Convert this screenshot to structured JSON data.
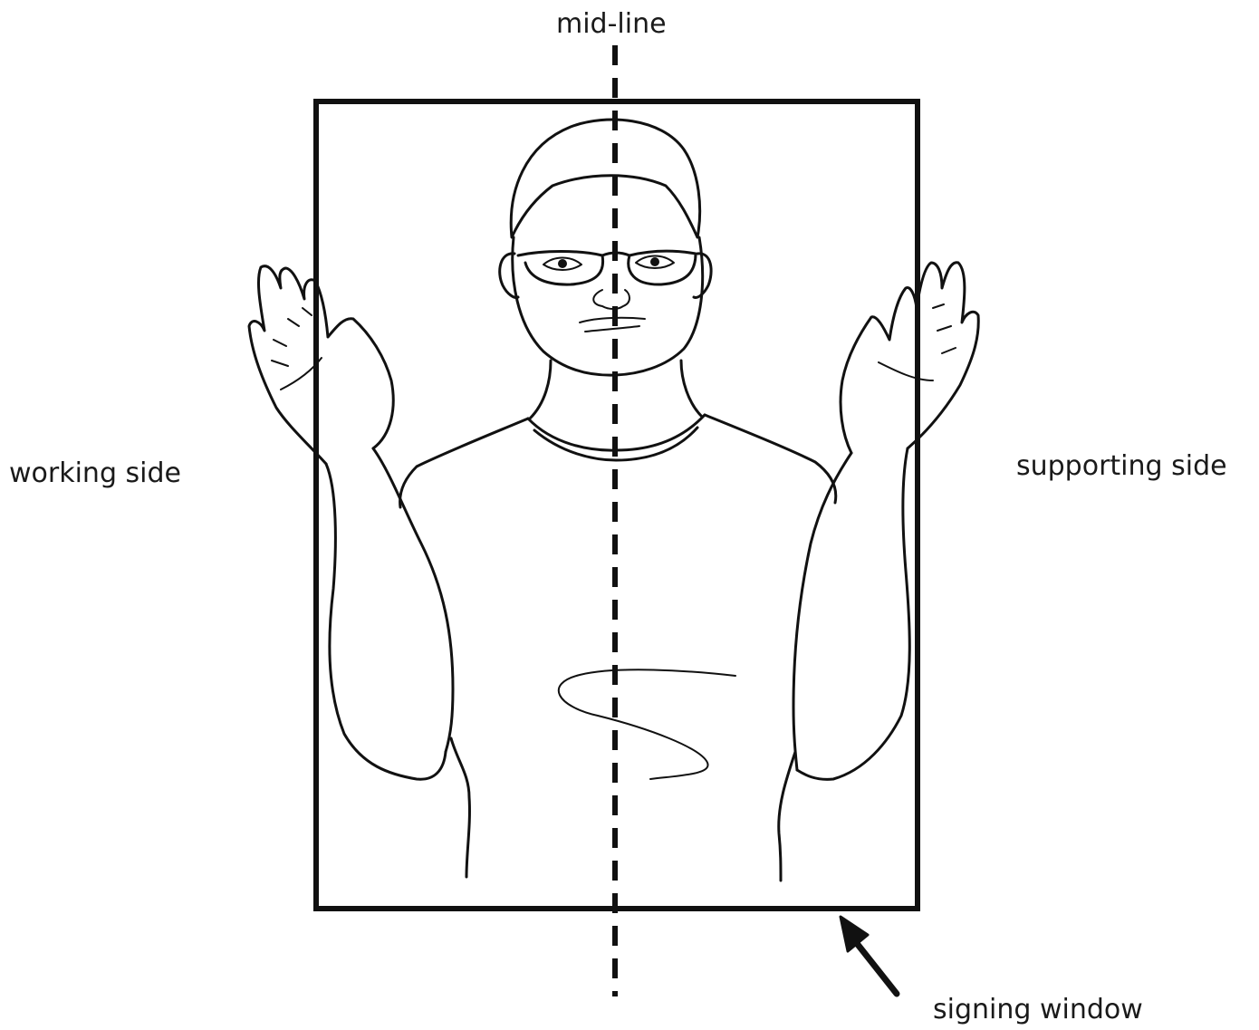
{
  "labels": {
    "mid_line": "mid-line",
    "working_side": "working side",
    "supporting_side": "supporting side",
    "signing_window": "signing window"
  },
  "colors": {
    "ink": "#111111",
    "background": "#ffffff"
  }
}
